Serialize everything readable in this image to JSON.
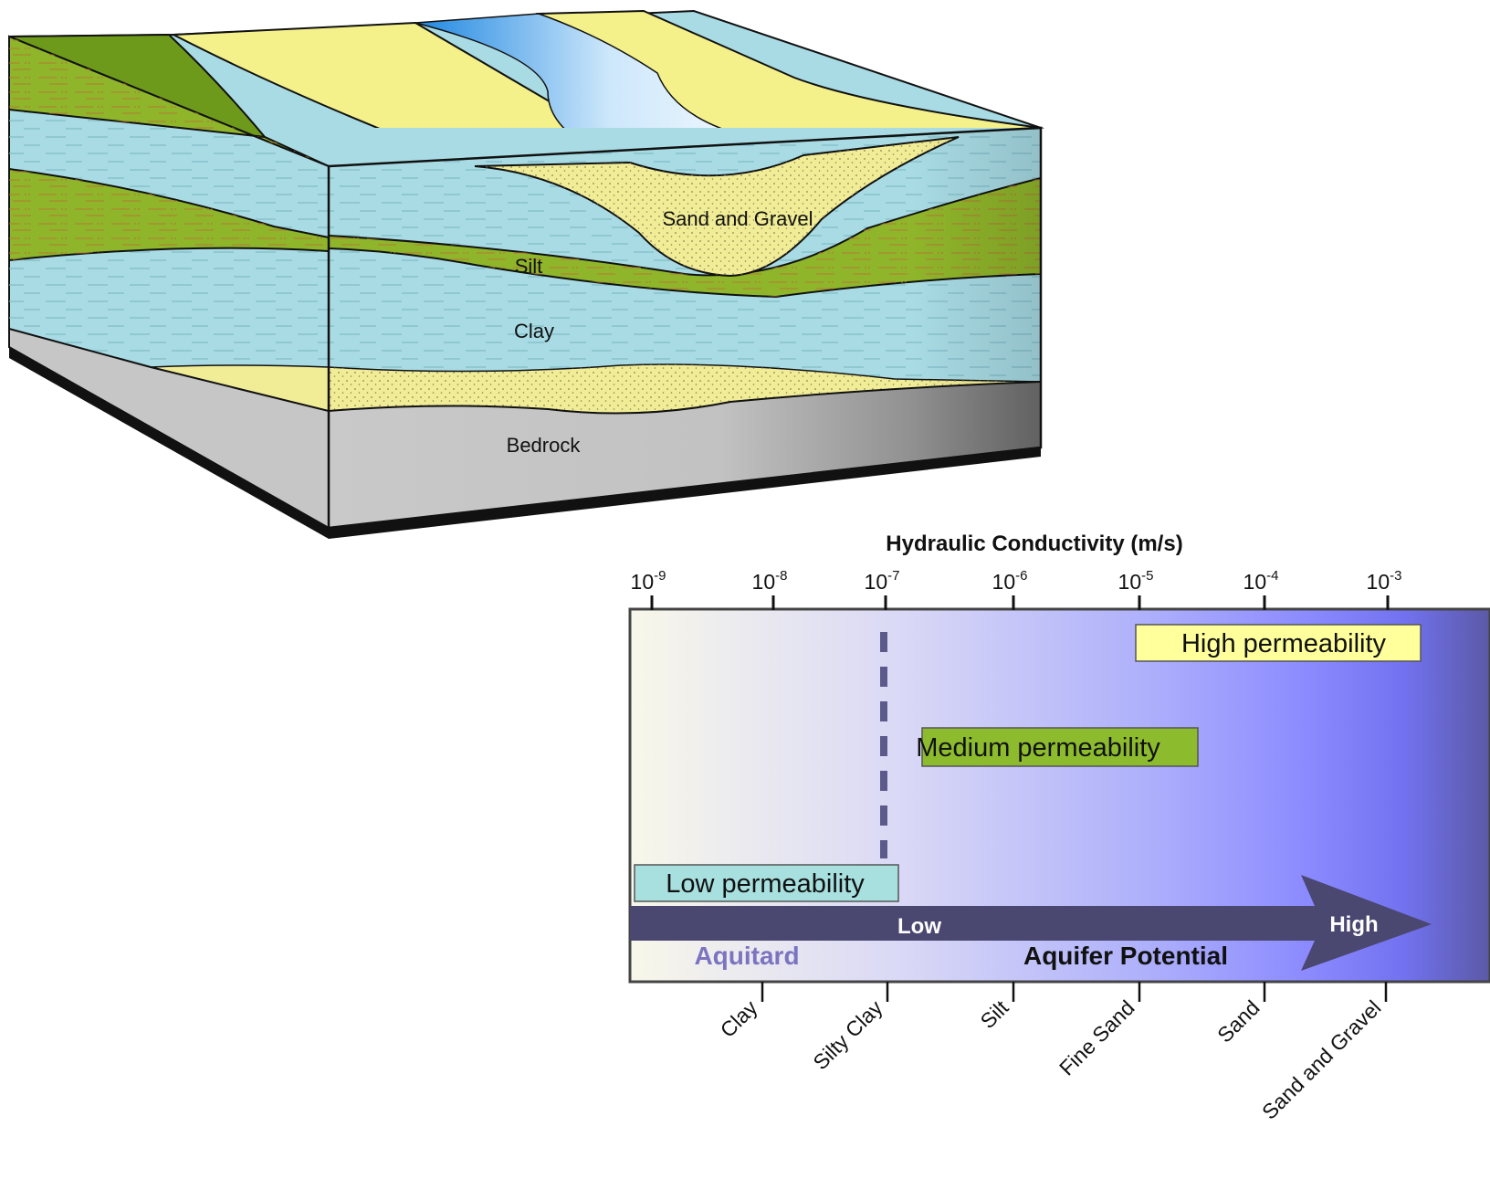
{
  "diagram": {
    "layers": {
      "sand_gravel": "Sand and Gravel",
      "silt": "Silt",
      "clay": "Clay",
      "bedrock": "Bedrock"
    },
    "colors": {
      "yellow": "#f4f08a",
      "sand_fill": "#f1ec96",
      "silt_green": "#8fb52a",
      "clay_blue": "#a6dbe3",
      "bedrock_gray": "#c7c7c7",
      "water": "#3a9ee8",
      "outline": "#111111"
    }
  },
  "scale": {
    "title": "Hydraulic Conductivity (m/s)",
    "tick_base": "10",
    "exponents": [
      "-9",
      "-8",
      "-7",
      "-6",
      "-5",
      "-4",
      "-3"
    ],
    "permeability": {
      "high": "High permeability",
      "medium": "Medium permeability",
      "low": "Low permeability"
    },
    "arrow": {
      "low": "Low",
      "high": "High"
    },
    "aquitard": "Aquitard",
    "aquifer_potential": "Aquifer Potential",
    "materials": [
      "Clay",
      "Silty Clay",
      "Silt",
      "Fine Sand",
      "Sand",
      "Sand and Gravel"
    ],
    "colors": {
      "high_box": "#ffff9c",
      "medium_box": "#8dbb2e",
      "low_box": "#a8e0e0",
      "arrow": "#4a4770",
      "aquitard": "#7b74c0",
      "gradient_start": "#f7f6ec",
      "gradient_mid": "#c4c4f8",
      "gradient_bright": "#7373ff",
      "gradient_end": "#5a589f"
    }
  }
}
